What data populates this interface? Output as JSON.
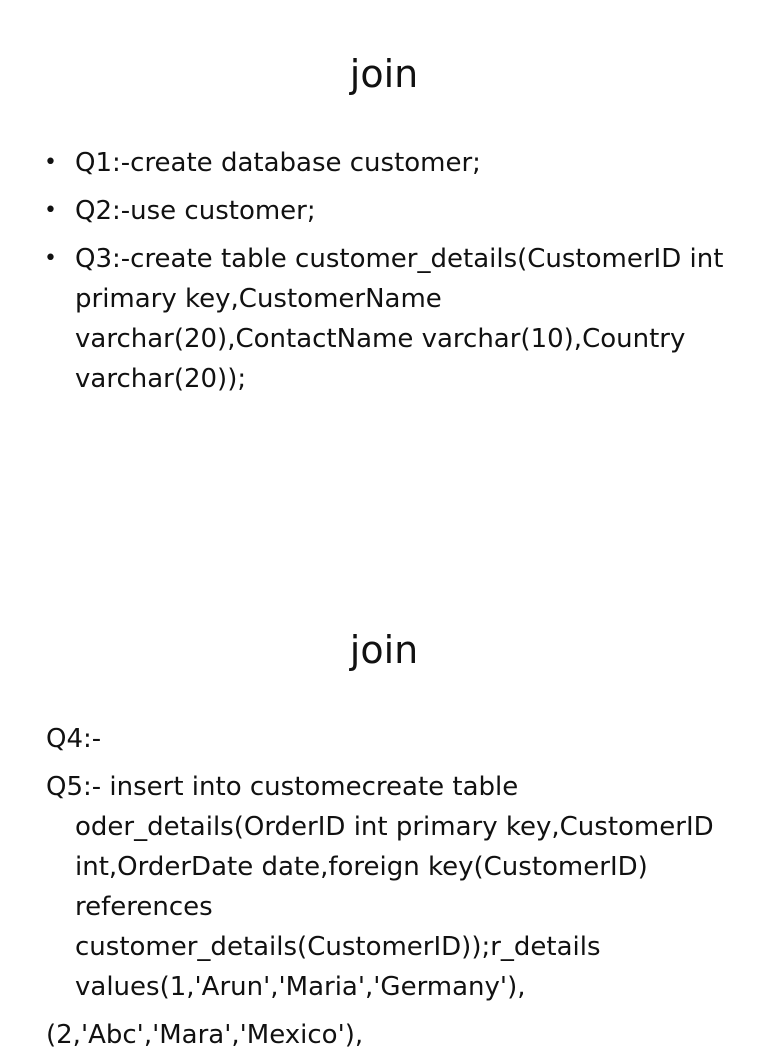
{
  "slides": [
    {
      "title": "join",
      "bullets": [
        "Q1:-create database customer;",
        "Q2:-use customer;",
        "Q3:-create table customer_details(CustomerID int primary key,CustomerName varchar(20),ContactName varchar(10),Country varchar(20));"
      ]
    },
    {
      "title": "join",
      "paragraphs": [
        "Q4:-",
        "Q5:- insert into customecreate table oder_details(OrderID int primary key,CustomerID int,OrderDate date,foreign key(CustomerID) references customer_details(CustomerID));r_details values(1,'Arun','Maria','Germany'),",
        "(2,'Abc','Mara','Mexico'),"
      ]
    }
  ],
  "bullet_glyph": "•"
}
